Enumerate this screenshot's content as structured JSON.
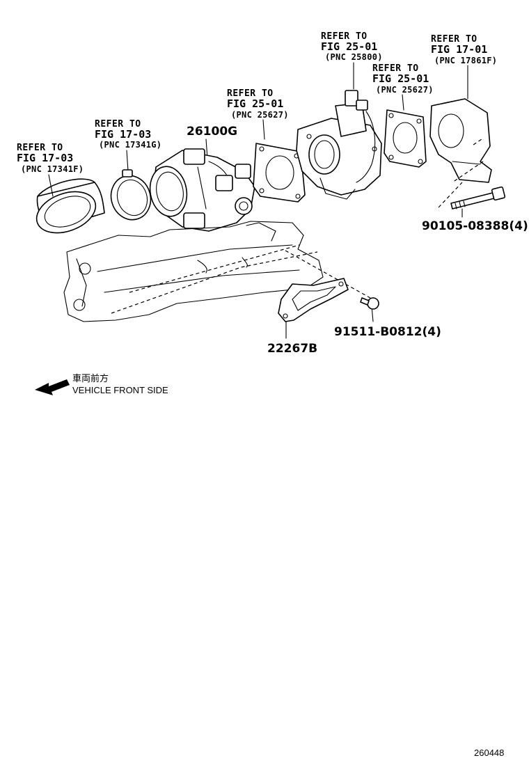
{
  "references": [
    {
      "refer": "REFER TO",
      "fig": "FIG 17-03",
      "pnc": "(PNC 17341F)"
    },
    {
      "refer": "REFER TO",
      "fig": "FIG 17-03",
      "pnc": "(PNC 17341G)"
    },
    {
      "refer": "REFER TO",
      "fig": "FIG 25-01",
      "pnc": "(PNC 25627)"
    },
    {
      "refer": "REFER TO",
      "fig": "FIG 25-01",
      "pnc": "(PNC 25800)"
    },
    {
      "refer": "REFER TO",
      "fig": "FIG 25-01",
      "pnc": "(PNC 25627)"
    },
    {
      "refer": "REFER TO",
      "fig": "FIG 17-01",
      "pnc": "(PNC 17861F)"
    }
  ],
  "parts": {
    "throttle_body": "26100G",
    "bolt": "90105-08388(4)",
    "screw": "91511-B0812(4)",
    "gasket": "22267B"
  },
  "legend": {
    "japanese": "車両前方",
    "english": "VEHICLE FRONT SIDE"
  },
  "figure_code": "260448"
}
